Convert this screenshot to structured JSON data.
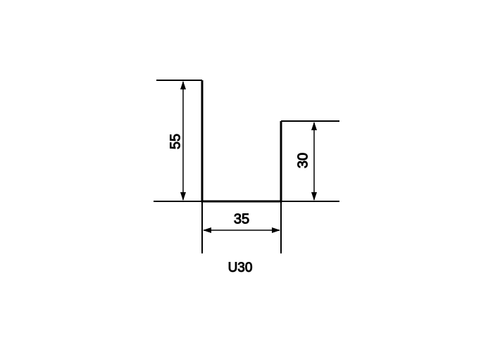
{
  "diagram": {
    "line_color": "#000000",
    "dimensions": {
      "left_height": "55",
      "right_height": "30",
      "bottom_width": "35"
    },
    "caption": "U30"
  }
}
